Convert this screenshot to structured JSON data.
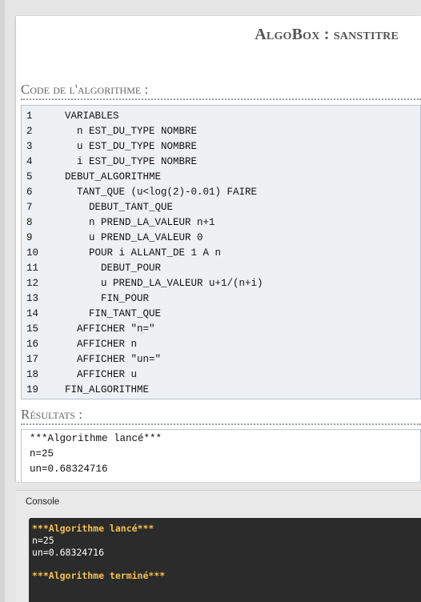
{
  "app_title": "AlgoBox : sanstitre",
  "code_section_title": "Code de l'algorithme :",
  "code_lines": [
    {
      "n": "1",
      "text": "VARIABLES"
    },
    {
      "n": "2",
      "text": "  n EST_DU_TYPE NOMBRE"
    },
    {
      "n": "3",
      "text": "  u EST_DU_TYPE NOMBRE"
    },
    {
      "n": "4",
      "text": "  i EST_DU_TYPE NOMBRE"
    },
    {
      "n": "5",
      "text": "DEBUT_ALGORITHME"
    },
    {
      "n": "6",
      "text": "  TANT_QUE (u<log(2)-0.01) FAIRE"
    },
    {
      "n": "7",
      "text": "    DEBUT_TANT_QUE"
    },
    {
      "n": "8",
      "text": "    n PREND_LA_VALEUR n+1"
    },
    {
      "n": "9",
      "text": "    u PREND_LA_VALEUR 0"
    },
    {
      "n": "10",
      "text": "    POUR i ALLANT_DE 1 A n"
    },
    {
      "n": "11",
      "text": "      DEBUT_POUR"
    },
    {
      "n": "12",
      "text": "      u PREND_LA_VALEUR u+1/(n+i)"
    },
    {
      "n": "13",
      "text": "      FIN_POUR"
    },
    {
      "n": "14",
      "text": "    FIN_TANT_QUE"
    },
    {
      "n": "15",
      "text": "  AFFICHER \"n=\""
    },
    {
      "n": "16",
      "text": "  AFFICHER n"
    },
    {
      "n": "17",
      "text": "  AFFICHER \"un=\""
    },
    {
      "n": "18",
      "text": "  AFFICHER u"
    },
    {
      "n": "19",
      "text": "FIN_ALGORITHME"
    }
  ],
  "results_section_title": "Résultats :",
  "results_lines": [
    "***Algorithme lancé***",
    "n=25",
    "un=0.68324716"
  ],
  "console": {
    "tab_label": "Console",
    "lines": [
      {
        "text": "***Algorithme lancé***",
        "style": "accent"
      },
      {
        "text": "n=25",
        "style": "plain"
      },
      {
        "text": "un=0.68324716",
        "style": "plain"
      },
      {
        "text": "",
        "style": "gap"
      },
      {
        "text": "***Algorithme terminé***",
        "style": "accent"
      }
    ]
  },
  "colors": {
    "console_background": "#2b2b2b",
    "console_accent": "#f3c249",
    "code_background": "#eef1f4"
  }
}
